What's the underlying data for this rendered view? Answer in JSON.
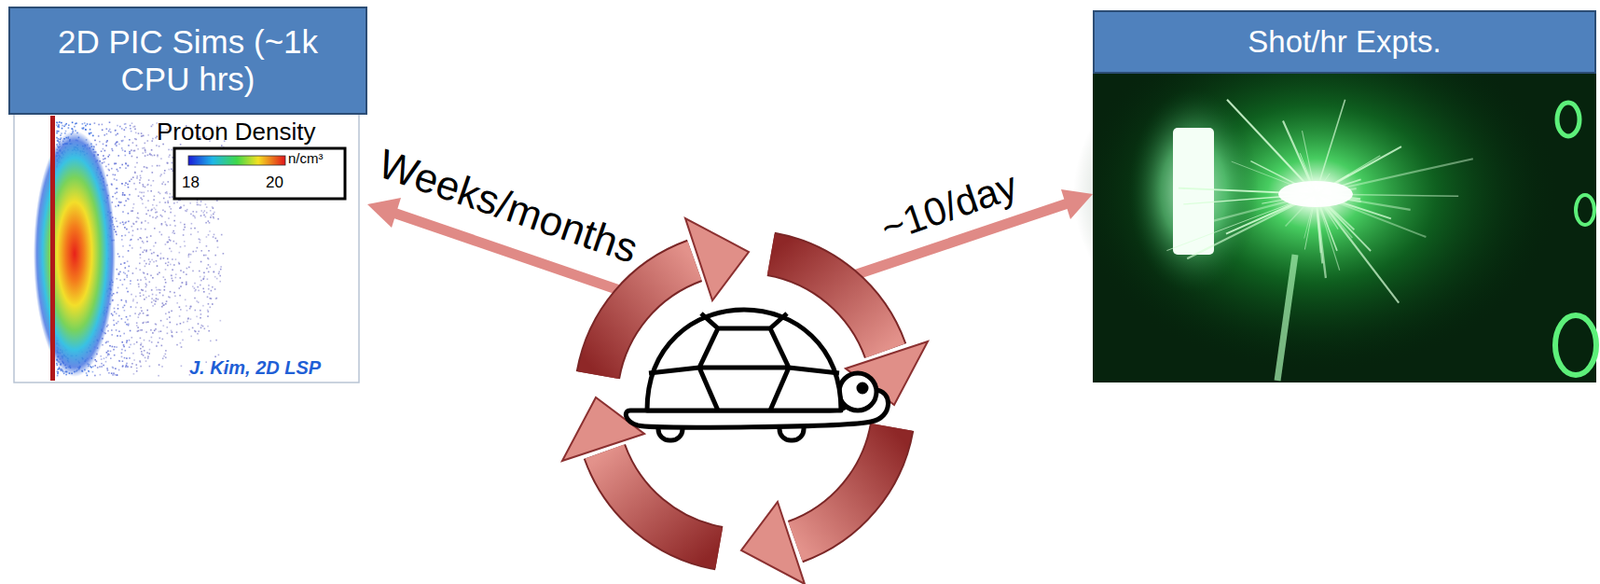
{
  "diagram": {
    "nodes": [
      {
        "text": [
          "2D PIC Sims (~1k CPU hrs)"
        ]
      },
      {
        "text": [
          "Shot/hr Expts."
        ]
      }
    ],
    "labels": [
      "Proton Density",
      "n/cm³",
      "18",
      "20",
      "J. Kim, 2D LSP",
      "Weeks/months",
      "~10/day"
    ]
  }
}
